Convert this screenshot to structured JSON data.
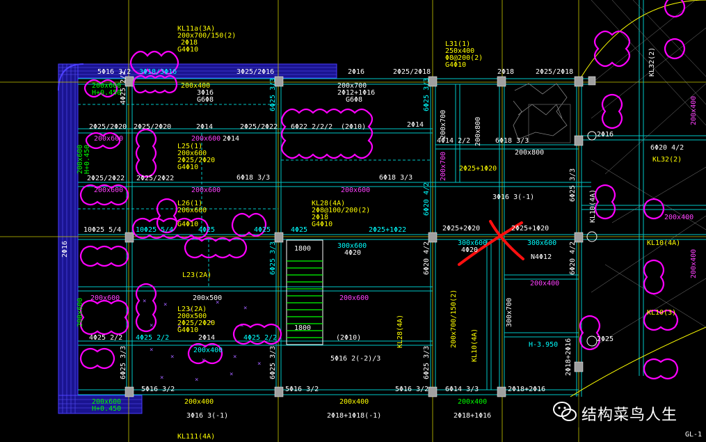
{
  "labels": {
    "kl11a": "KL11a(3A)",
    "kl11a_2": "200x700/150(2)",
    "kl11a_3": "2Φ18",
    "kl11a_4": "G4Φ10",
    "l31": "L31(1)",
    "l31_2": "250x400",
    "l31_3": "Φ8@200(2)",
    "l31_4": "G4Φ10",
    "top1": "5Φ16 3/2",
    "top2": "3Φ18/3Φ16",
    "top3": "3Φ25/2Φ16",
    "top4": "2Φ16",
    "top5": "2Φ25/2Φ18",
    "top6": "2Φ18",
    "top7": "2Φ25/2Φ18",
    "b200x600": "200x600",
    "h045": "H+0.450",
    "b200x400": "200x400",
    "s3f16": "3Φ16",
    "g6f8": "G6Φ8",
    "b200x700": "200x700",
    "r2f12": "2Φ12+1Φ16",
    "g6f8b": "G6Φ8",
    "r2225": "2Φ25/2Φ20",
    "r2225b": "2Φ25/2Φ20",
    "r2f14": "2Φ14",
    "r2225c": "2Φ25/2Φ22",
    "r6f22": "6Φ22 2/2/2",
    "r2f10": "(2Φ10)",
    "r2f14b": "2Φ14",
    "b200x600b": "200x600",
    "r2f14c": "2Φ14",
    "l25": "L25(1)",
    "l25_2": "200x600",
    "l25_3": "2Φ25/2Φ20",
    "l25_4": "G4Φ10",
    "l26": "L26(1)",
    "l26_2": "200x600",
    "l26_3": "G4Φ10",
    "kl28": "KL28(4A)",
    "kl28_2": "2Φ8@100/200(2)",
    "kl28_3": "2Φ18",
    "kl28_4": "G4Φ10",
    "r10f25": "10Φ25 5/4",
    "r10f25b": "10Φ25 5/4",
    "r4f25": "4Φ25",
    "r4f25b": "4Φ25",
    "r4f25c": "4Φ25",
    "r2f25": "2Φ25+1Φ22",
    "r2f25b": "2Φ25+2Φ20",
    "r2f25c": "2Φ25+1Φ20",
    "b300x600": "300x600",
    "b300x600b": "300x600",
    "b300x600c": "300x600",
    "n4f20": "4Φ20",
    "n4f12": "N4Φ12",
    "l23": "L23(2A)",
    "l23_2": "L23(2A)",
    "l23_3": "200x500",
    "l23_4": "2Φ25/2Φ20",
    "l23_5": "G4Φ10",
    "b200x500": "200x500",
    "b200x600c": "200x600",
    "r2f14d": "2Φ14",
    "r4f25d": "4Φ25 2/2",
    "r4f25e": "4Φ25 2/2",
    "r4f25f": "4Φ25 2/2",
    "r4f25g": "4Φ25 2/2",
    "r5f16": "5Φ16 2(-2)/3",
    "r5f16b": "5Φ16 3/2",
    "r5f16c": "5Φ16 3/2",
    "r5f16d": "5Φ16 3/2",
    "r6f14": "6Φ14 3/3",
    "r2f18": "2Φ18+2Φ16",
    "r2f18b": "2Φ18+1Φ18(-1)",
    "r2f18c": "2Φ18+1Φ16",
    "r3f16": "3Φ16 3(-1)",
    "r3f16b": "3Φ16 3(-1)",
    "k1800": "1800",
    "k1800b": "1800",
    "h3950": "H-3.950",
    "kl10": "KL10(4A)",
    "kl111": "KL111(4A)",
    "kl32": "KL32(2)",
    "kl10b": "KL10(3)",
    "gl1": "GL-1",
    "r6f20": "6Φ20 4/2",
    "r6f20b": "6Φ20 4/2",
    "r6f18": "6Φ18 3/3",
    "r4f14": "4Φ14 2/2",
    "b200x800": "200x800",
    "b200x400b": "200x400",
    "b200x400c": "200x400",
    "b300x700": "300x700",
    "r2f16": "2Φ16",
    "r2f25d": "2Φ25",
    "r6f25": "6Φ25 3/3",
    "watermark": "结构菜鸟人生"
  },
  "colors": {
    "background": "#000000",
    "beam_line": "#00c8c8",
    "beam_text": "#ffffff",
    "cloud": "#ff00ff",
    "yellow": "#ffff00",
    "cyan_text": "#00ffff",
    "green": "#00ff00",
    "blue_frame": "#4a3cff",
    "red_mark": "#ff0000",
    "magenta_text": "#ff40ff",
    "column": "#a0a0a0"
  },
  "icons": {
    "mark": "red-x-icon",
    "watermark": "wechat-icon"
  }
}
